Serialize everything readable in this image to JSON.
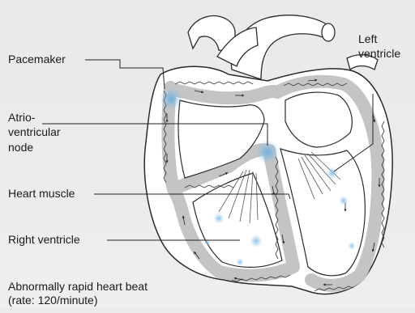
{
  "labels": {
    "pacemaker": "Pacemaker",
    "av_node_line1": "Atrio-",
    "av_node_line2": "ventricular",
    "av_node_line3": "node",
    "heart_muscle": "Heart muscle",
    "right_ventricle": "Right ventricle",
    "left_ventricle_line1": "Left",
    "left_ventricle_line2": "ventricle"
  },
  "caption": {
    "line1": "Abnormally rapid heart beat",
    "line2": "(rate: 120/minute)"
  },
  "colors": {
    "background": "#ebebeb",
    "heart_fill": "#ffffff",
    "conduction_band": "#c4c4c4",
    "outline": "#2a2a2a",
    "node_highlight": "#8fc0e4",
    "leader_line": "#222222"
  }
}
